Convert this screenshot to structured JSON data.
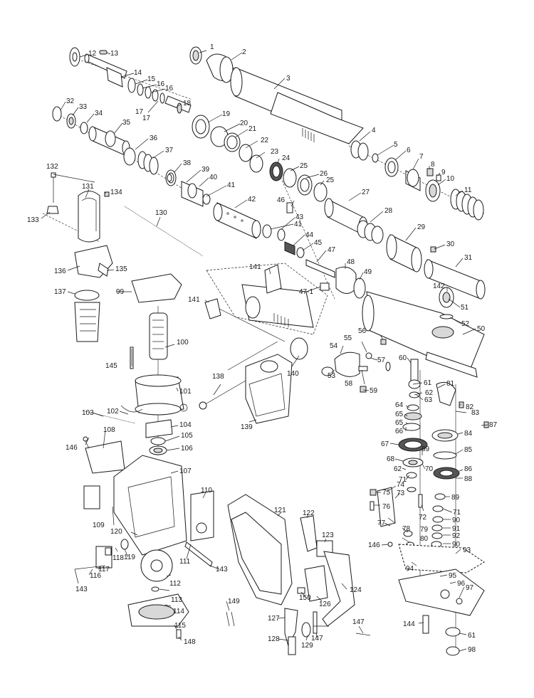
{
  "labels": [
    "1",
    "2",
    "3",
    "4",
    "5",
    "6",
    "7",
    "8",
    "9",
    "10",
    "11",
    "12",
    "13",
    "14",
    "15",
    "16",
    "16",
    "17",
    "17",
    "18",
    "19",
    "20",
    "21",
    "22",
    "23",
    "24",
    "25",
    "26",
    "25",
    "27",
    "28",
    "29",
    "30",
    "31",
    "32",
    "33",
    "34",
    "35",
    "36",
    "37",
    "38",
    "39",
    "40",
    "41",
    "42",
    "43",
    "41",
    "44",
    "45",
    "46",
    "47",
    "47-1",
    "48",
    "49",
    "50",
    "51",
    "52",
    "53",
    "54",
    "55",
    "56",
    "57",
    "58",
    "59",
    "60",
    "61",
    "62",
    "63",
    "64",
    "65",
    "65",
    "66",
    "67",
    "68",
    "69",
    "70",
    "62",
    "71",
    "72",
    "73",
    "74",
    "75",
    "76",
    "77",
    "78",
    "79",
    "80",
    "81",
    "82",
    "83",
    "84",
    "85",
    "86",
    "87",
    "88",
    "89",
    "71",
    "90",
    "91",
    "92",
    "90",
    "93",
    "94",
    "95",
    "96",
    "97",
    "61",
    "98",
    "99",
    "100",
    "101",
    "102",
    "103",
    "104",
    "105",
    "106",
    "107",
    "108",
    "109",
    "110",
    "111",
    "112",
    "113",
    "114",
    "115",
    "116",
    "117",
    "118",
    "119",
    "120",
    "121",
    "122",
    "123",
    "124",
    "126",
    "127",
    "128",
    "129",
    "130",
    "131",
    "132",
    "133",
    "134",
    "135",
    "136",
    "137",
    "138",
    "139",
    "140",
    "141",
    "141",
    "142",
    "143",
    "143",
    "144",
    "145",
    "146",
    "146",
    "147",
    "147",
    "148",
    "149",
    "150"
  ]
}
